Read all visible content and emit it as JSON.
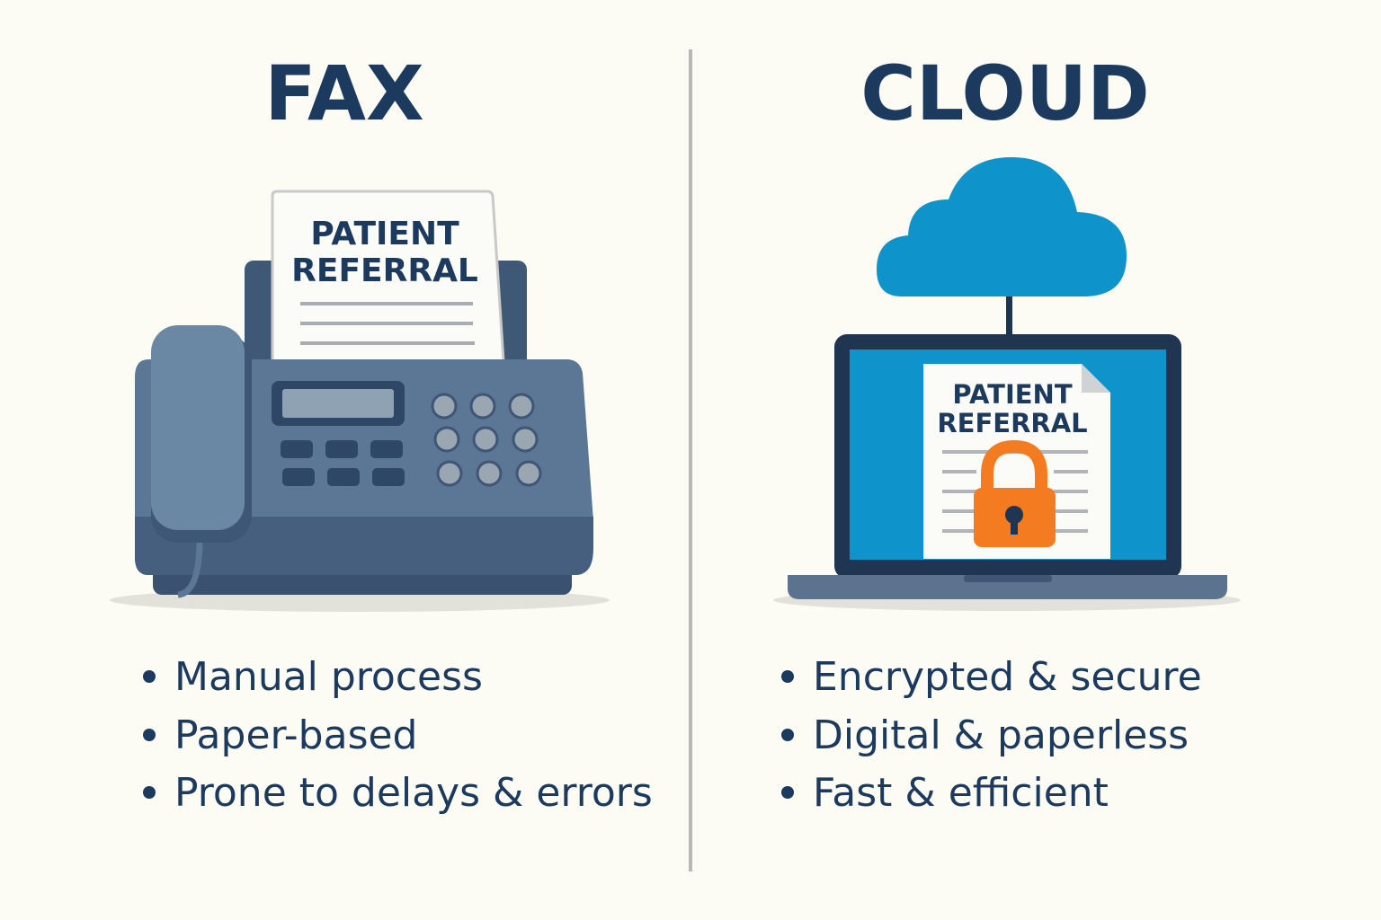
{
  "fax": {
    "title": "FAX",
    "paper_line1": "PATIENT",
    "paper_line2": "REFERRAL",
    "bullets": [
      "Manual process",
      "Paper-based",
      "Prone to delays & errors"
    ]
  },
  "cloud": {
    "title": "CLOUD",
    "doc_line1": "PATIENT",
    "doc_line2": "REFERRAL",
    "bullets": [
      "Encrypted & secure",
      "Digital & paperless",
      "Fast & efficient"
    ]
  },
  "colors": {
    "background": "#fcfbf4",
    "navy": "#1b3a5e",
    "fax_body": "#5d7896",
    "cloud_blue": "#0e93cc",
    "lock_orange": "#f47b20"
  },
  "icons": [
    "fax-machine-icon",
    "cloud-icon",
    "laptop-icon",
    "padlock-icon"
  ]
}
